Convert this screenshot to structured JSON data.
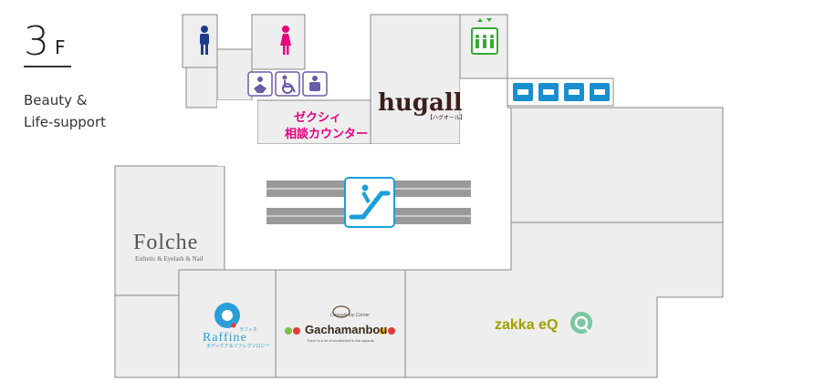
{
  "floor": {
    "number": "3",
    "suffix": "F",
    "description": [
      "Beauty &",
      "Life-support"
    ]
  },
  "shops": {
    "folche": {
      "name": "Folche",
      "subtitle": "Esthetic & Eyelash & Nail"
    },
    "hugall": {
      "name": "hugall",
      "subtitle": "【ハグオール】"
    },
    "zexy": {
      "line1": "ゼクシィ",
      "line2": "相談カウンター"
    },
    "raffine": {
      "name": "Raffine",
      "kana": "ラフィネ",
      "subtitle": "ボディケア＆リフレクソロジー"
    },
    "gachamanbou": {
      "name": "Gachamanbou",
      "tagline_top": "Capsule toy Corner",
      "tagline": "There is a lot of excitement in the capsule."
    },
    "zakka": {
      "name": "zakka eQ"
    }
  },
  "facilities": {
    "icons": [
      "mens-restroom",
      "womens-restroom",
      "baby-care",
      "wheelchair-restroom",
      "multipurpose-room",
      "elevator",
      "coin-locker",
      "escalator"
    ],
    "locker_count": 4
  },
  "colors": {
    "wall": "#888888",
    "unit_fill": "#eeeeee",
    "corridor": "#ffffff",
    "restroom_men": "#1e3c8c",
    "restroom_women": "#e6007e",
    "accessible": "#6a5aa8",
    "elevator": "#3aaa35",
    "locker": "#1a8fd0",
    "escalator": "#1a9fd8",
    "zexy": "#e6007e",
    "hugall": "#3b1f1a",
    "raffine": "#2a9fd6",
    "zakka": "#a0a000"
  }
}
